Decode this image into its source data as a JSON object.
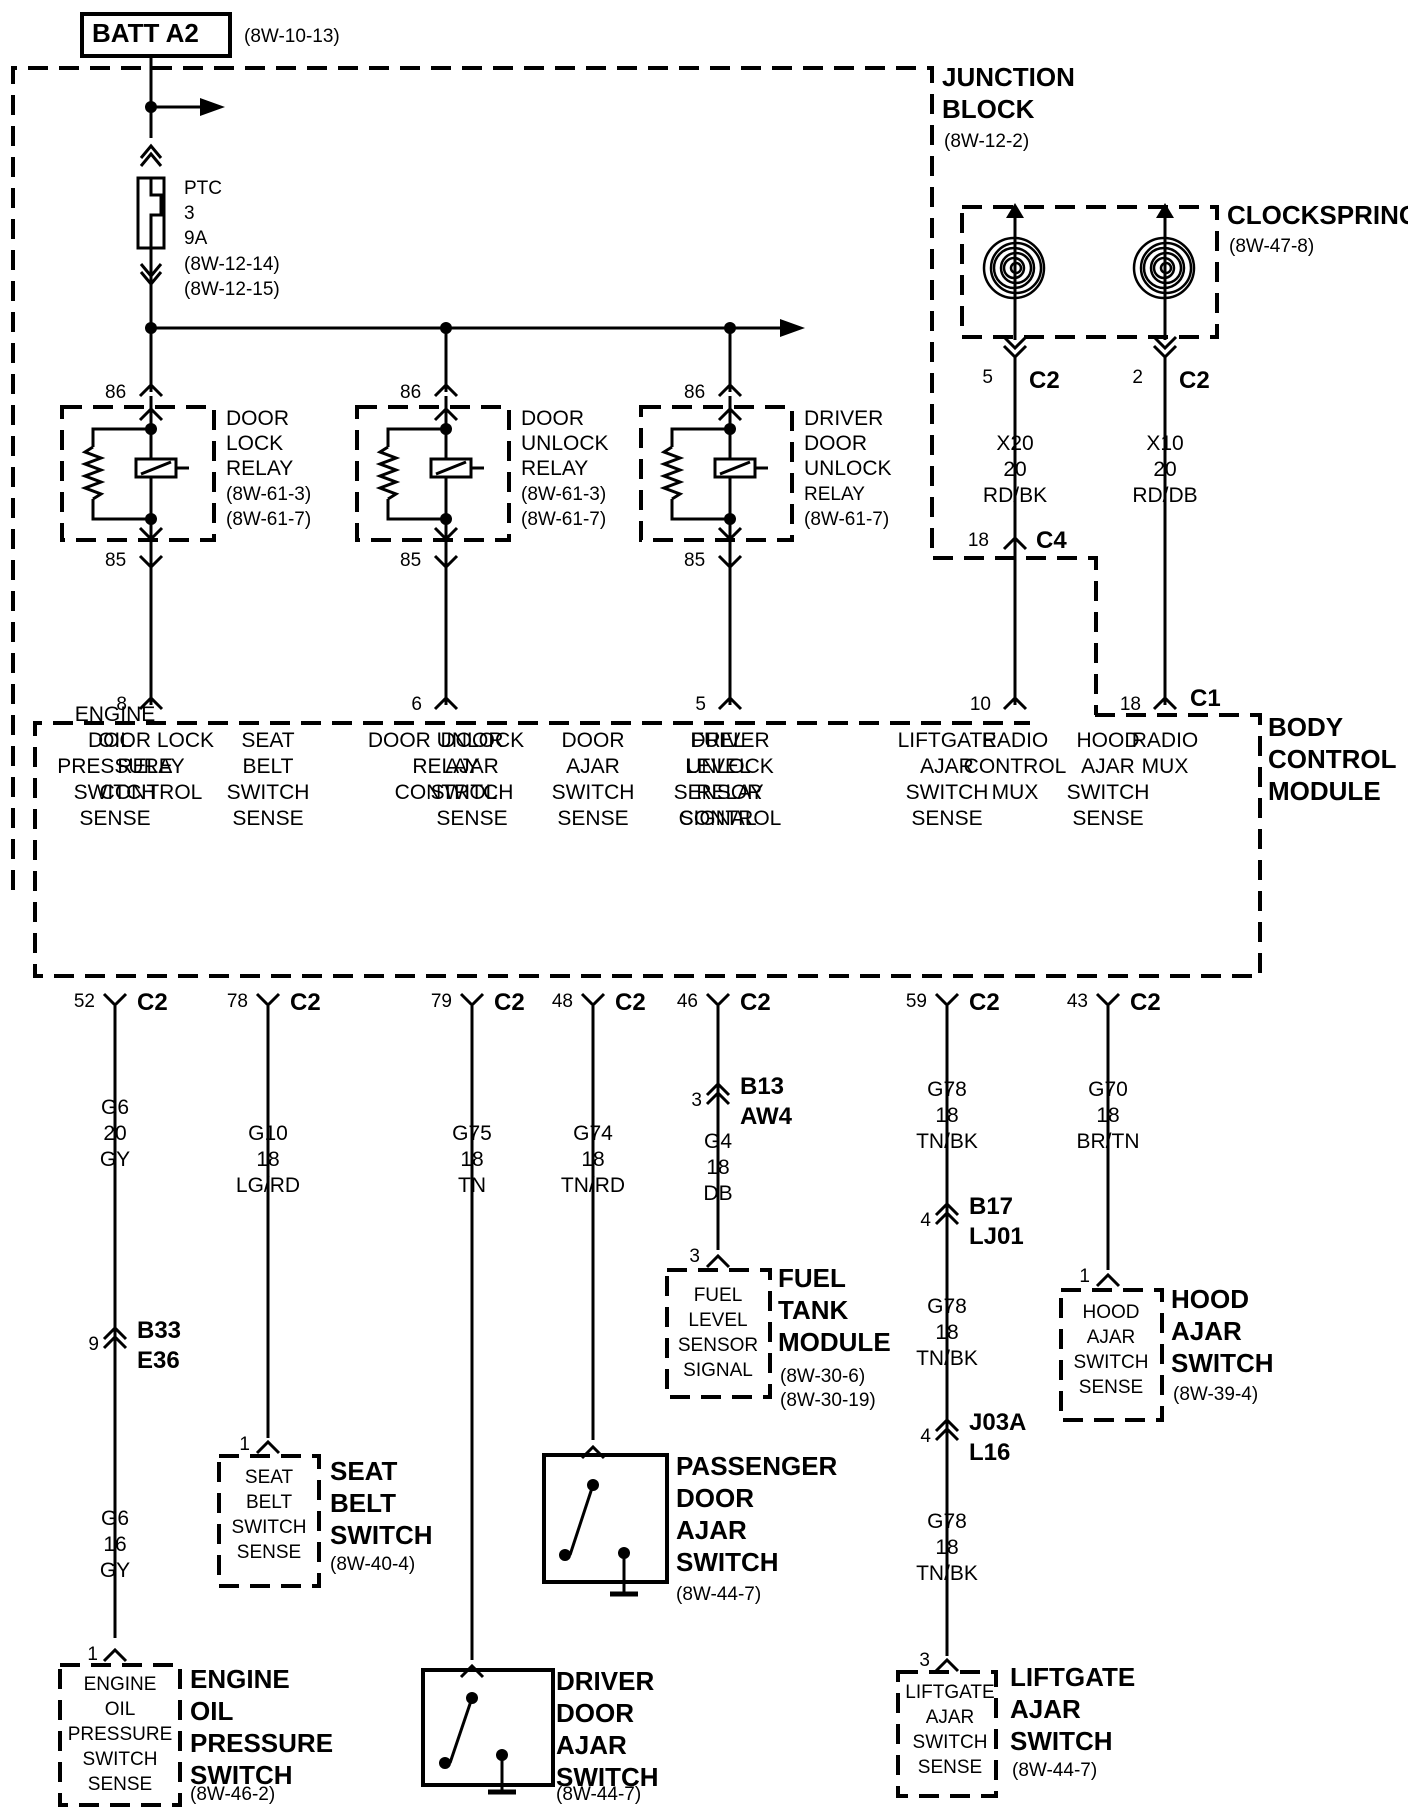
{
  "source": {
    "name": "BATT A2",
    "ref": "(8W-10-13)"
  },
  "junction_block": {
    "name_1": "JUNCTION",
    "name_2": "BLOCK",
    "ref": "(8W-12-2)"
  },
  "ptc": {
    "l1": "PTC",
    "l2": "3",
    "l3": "9A",
    "ref1": "(8W-12-14)",
    "ref2": "(8W-12-15)"
  },
  "relays": [
    {
      "pin_top": "86",
      "pin_bottom": "85",
      "l1": "DOOR",
      "l2": "LOCK",
      "l3": "RELAY",
      "l4": "(8W-61-3)",
      "l5": "(8W-61-7)"
    },
    {
      "pin_top": "86",
      "pin_bottom": "85",
      "l1": "DOOR",
      "l2": "UNLOCK",
      "l3": "RELAY",
      "l4": "(8W-61-3)",
      "l5": "(8W-61-7)"
    },
    {
      "pin_top": "86",
      "pin_bottom": "85",
      "l1": "DRIVER",
      "l2": "DOOR",
      "l3": "UNLOCK",
      "l4": "RELAY",
      "l5": "(8W-61-7)"
    }
  ],
  "clockspring": {
    "name": "CLOCKSPRING",
    "ref": "(8W-47-8)"
  },
  "clock_wires": [
    {
      "pin": "5",
      "conn": "C2",
      "code": "X20",
      "gauge": "20",
      "color": "RD/BK",
      "jb_pin": "18",
      "jb_conn": "C4"
    },
    {
      "pin": "2",
      "conn": "C2",
      "code": "X10",
      "gauge": "20",
      "color": "RD/DB"
    }
  ],
  "bcm": {
    "name_1": "BODY",
    "name_2": "CONTROL",
    "name_3": "MODULE",
    "c1": "C1",
    "top_pins": [
      "8",
      "6",
      "5",
      "10",
      "18"
    ],
    "top": [
      [
        "DOOR LOCK",
        "RELAY",
        "CONTROL"
      ],
      [
        "DOOR UNLOCK",
        "RELAY",
        "CONTROL"
      ],
      [
        "DRIVER",
        "UNLOCK",
        "RELAY",
        "CONTROL"
      ],
      [
        "RADIO",
        "CONTROL",
        "MUX"
      ],
      [
        "RADIO",
        "MUX"
      ]
    ],
    "bottom": [
      [
        "ENGINE",
        "OIL",
        "PRESSURE",
        "SWITCH",
        "SENSE"
      ],
      [
        "SEAT",
        "BELT",
        "SWITCH",
        "SENSE"
      ],
      [
        "DOOR",
        "AJAR",
        "SWITCH",
        "SENSE"
      ],
      [
        "DOOR",
        "AJAR",
        "SWITCH",
        "SENSE"
      ],
      [
        "FUEL",
        "LEVEL",
        "SENSOR",
        "SIGNAL"
      ],
      [
        "LIFTGATE",
        "AJAR",
        "SWITCH",
        "SENSE"
      ],
      [
        "HOOD",
        "AJAR",
        "SWITCH",
        "SENSE"
      ]
    ],
    "bottom_pins": [
      "52",
      "78",
      "79",
      "48",
      "46",
      "59",
      "43"
    ],
    "bottom_conn": "C2"
  },
  "wires": {
    "g6a": [
      "G6",
      "20",
      "GY"
    ],
    "g6b": [
      "G6",
      "16",
      "GY"
    ],
    "g10": [
      "G10",
      "18",
      "LG/RD"
    ],
    "g75": [
      "G75",
      "18",
      "TN"
    ],
    "g74": [
      "G74",
      "18",
      "TN/RD"
    ],
    "g4": [
      "G4",
      "18",
      "DB"
    ],
    "g78a": [
      "G78",
      "18",
      "TN/BK"
    ],
    "g78b": [
      "G78",
      "18",
      "TN/BK"
    ],
    "g78c": [
      "G78",
      "18",
      "TN/BK"
    ],
    "g70": [
      "G70",
      "18",
      "BR/TN"
    ]
  },
  "inline": {
    "b33": {
      "pin": "9",
      "a": "B33",
      "b": "E36"
    },
    "b13": {
      "pin": "3",
      "a": "B13",
      "b": "AW4"
    },
    "b17": {
      "pin": "4",
      "a": "B17",
      "b": "LJ01"
    },
    "j03": {
      "pin": "4",
      "a": "J03A",
      "b": "L16"
    }
  },
  "components": {
    "oil": {
      "pin": "1",
      "inner": [
        "ENGINE",
        "OIL",
        "PRESSURE",
        "SWITCH",
        "SENSE"
      ],
      "name": [
        "ENGINE",
        "OIL",
        "PRESSURE",
        "SWITCH"
      ],
      "ref": "(8W-46-2)"
    },
    "seat": {
      "pin": "1",
      "inner": [
        "SEAT",
        "BELT",
        "SWITCH",
        "SENSE"
      ],
      "name": [
        "SEAT",
        "BELT",
        "SWITCH"
      ],
      "ref": "(8W-40-4)"
    },
    "driver_door": {
      "name": [
        "DRIVER",
        "DOOR",
        "AJAR",
        "SWITCH"
      ],
      "ref": "(8W-44-7)"
    },
    "pass_door": {
      "name": [
        "PASSENGER",
        "DOOR",
        "AJAR",
        "SWITCH"
      ],
      "ref": "(8W-44-7)"
    },
    "fuel": {
      "pin": "3",
      "inner": [
        "FUEL",
        "LEVEL",
        "SENSOR",
        "SIGNAL"
      ],
      "name": [
        "FUEL",
        "TANK",
        "MODULE"
      ],
      "ref1": "(8W-30-6)",
      "ref2": "(8W-30-19)"
    },
    "liftgate": {
      "pin": "3",
      "inner": [
        "LIFTGATE",
        "AJAR",
        "SWITCH",
        "SENSE"
      ],
      "name": [
        "LIFTGATE",
        "AJAR",
        "SWITCH"
      ],
      "ref": "(8W-44-7)"
    },
    "hood": {
      "pin": "1",
      "inner": [
        "HOOD",
        "AJAR",
        "SWITCH",
        "SENSE"
      ],
      "name": [
        "HOOD",
        "AJAR",
        "SWITCH"
      ],
      "ref": "(8W-39-4)"
    }
  }
}
